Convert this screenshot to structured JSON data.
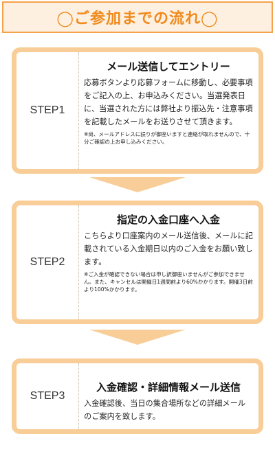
{
  "header": {
    "title": "◯ご参加までの流れ◯"
  },
  "steps": [
    {
      "label": "STEP1",
      "title": "メール送信してエントリー",
      "text": "応募ボタンより応募フォームに移動し、必要事項をご記入の上、お申込みください。当選発表日に、当選された方には弊社より振込先・注意事項を記載したメールをお送りさせて頂きます。",
      "note": "※尚、メールアドレスに誤りが御座いますと連絡が取れませんので、十分ご確認の上お申し込みください。"
    },
    {
      "label": "STEP2",
      "title": "指定の入金口座へ入金",
      "text": "こちらより口座案内のメール送信後、メールに記載されている入金期日以内のご入金をお願い致します。",
      "note": "※ご入金が確認できない場合は申し訳御座いませんがご参加できません。また、キャンセルは開催日1週間前より60%かかります。開催3日前より100%かかります。"
    },
    {
      "label": "STEP3",
      "title": "入金確認・詳細情報メール送信",
      "text": "入金確認後、当日の集合場所などの詳細メールのご案内を致します。",
      "note": ""
    }
  ],
  "colors": {
    "accent": "#f08a1c",
    "border": "#f8cd97",
    "header_bg": "#fdf0e1"
  }
}
